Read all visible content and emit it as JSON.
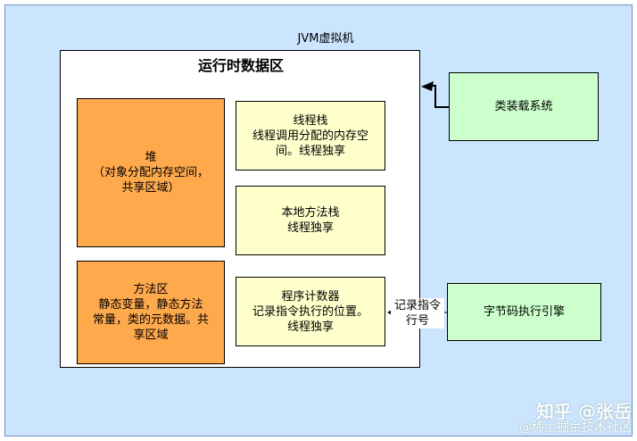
{
  "jvm": {
    "title": "JVM虚拟机"
  },
  "runtime_data_area": {
    "title": "运行时数据区"
  },
  "heap": {
    "label": "堆\n（对象分配内存空间，\n共享区域）"
  },
  "method_area": {
    "label": "方法区\n静态变量，静态方法\n常量，类的元数据。共\n享区域"
  },
  "thread_stack": {
    "label": "线程栈\n线程调用分配的内存空\n间。线程独享"
  },
  "native_method_stack": {
    "label": "本地方法栈\n线程独享"
  },
  "program_counter": {
    "label": "程序计数器\n记录指令执行的位置。\n线程独享"
  },
  "class_loader": {
    "label": "类装载系统"
  },
  "execution_engine": {
    "label": "字节码执行引擎"
  },
  "edge_engine_to_pc": {
    "label": "记录指令\n行号"
  },
  "watermark": {
    "line1": "知乎 @张岳",
    "line2": "@稀土掘金技术社区"
  },
  "colors": {
    "jvm_fill": "#cce5ff",
    "orange_fill": "#ffa94d",
    "yellow_fill": "#ffffcc",
    "green_fill": "#ccffcc"
  }
}
